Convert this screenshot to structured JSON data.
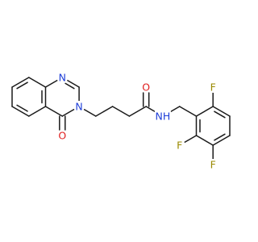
{
  "molecule": {
    "atoms": [
      {
        "id": "N_ring_top",
        "symbol": "N",
        "color": "#1f3fd8"
      },
      {
        "id": "N_ring_bottom",
        "symbol": "N",
        "color": "#1f3fd8"
      },
      {
        "id": "O_ring",
        "symbol": "O",
        "color": "#e01f1f"
      },
      {
        "id": "O_amide",
        "symbol": "O",
        "color": "#e01f1f"
      },
      {
        "id": "N_amide",
        "symbol": "NH",
        "color": "#1f3fd8"
      },
      {
        "id": "F_top",
        "symbol": "F",
        "color": "#9a8a00"
      },
      {
        "id": "F_middle",
        "symbol": "F",
        "color": "#9a8a00"
      },
      {
        "id": "F_bottom",
        "symbol": "F",
        "color": "#9a8a00"
      }
    ],
    "bond_color": "#1a1a1a"
  }
}
